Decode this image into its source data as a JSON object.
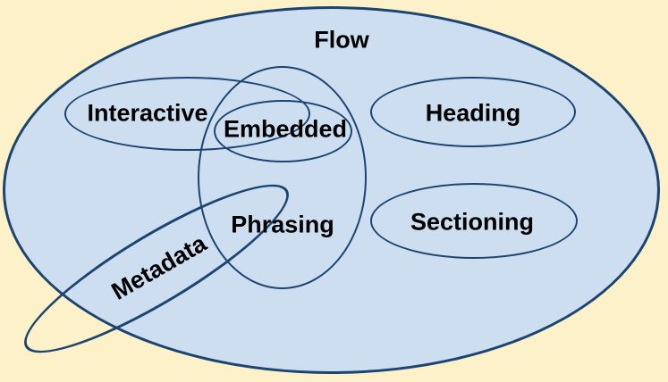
{
  "diagram": {
    "type": "euler-venn-diagram",
    "sets": {
      "flow": {
        "label": "Flow"
      },
      "interactive": {
        "label": "Interactive"
      },
      "embedded": {
        "label": "Embedded"
      },
      "heading": {
        "label": "Heading"
      },
      "phrasing": {
        "label": "Phrasing"
      },
      "sectioning": {
        "label": "Sectioning"
      },
      "metadata": {
        "label": "Metadata"
      }
    },
    "relationships": {
      "outer_set": "Flow",
      "fully_inside_flow": [
        "Interactive",
        "Embedded",
        "Heading",
        "Phrasing",
        "Sectioning"
      ],
      "partially_outside_flow": [
        "Metadata"
      ],
      "overlaps": [
        [
          "Interactive",
          "Embedded"
        ],
        [
          "Interactive",
          "Phrasing"
        ],
        [
          "Embedded",
          "Phrasing"
        ],
        [
          "Metadata",
          "Phrasing"
        ]
      ]
    },
    "colors": {
      "background": "#FCF1C9",
      "flow_fill": "#CDDEF1",
      "outline": "#1B4470",
      "label_text": "#000000"
    }
  }
}
